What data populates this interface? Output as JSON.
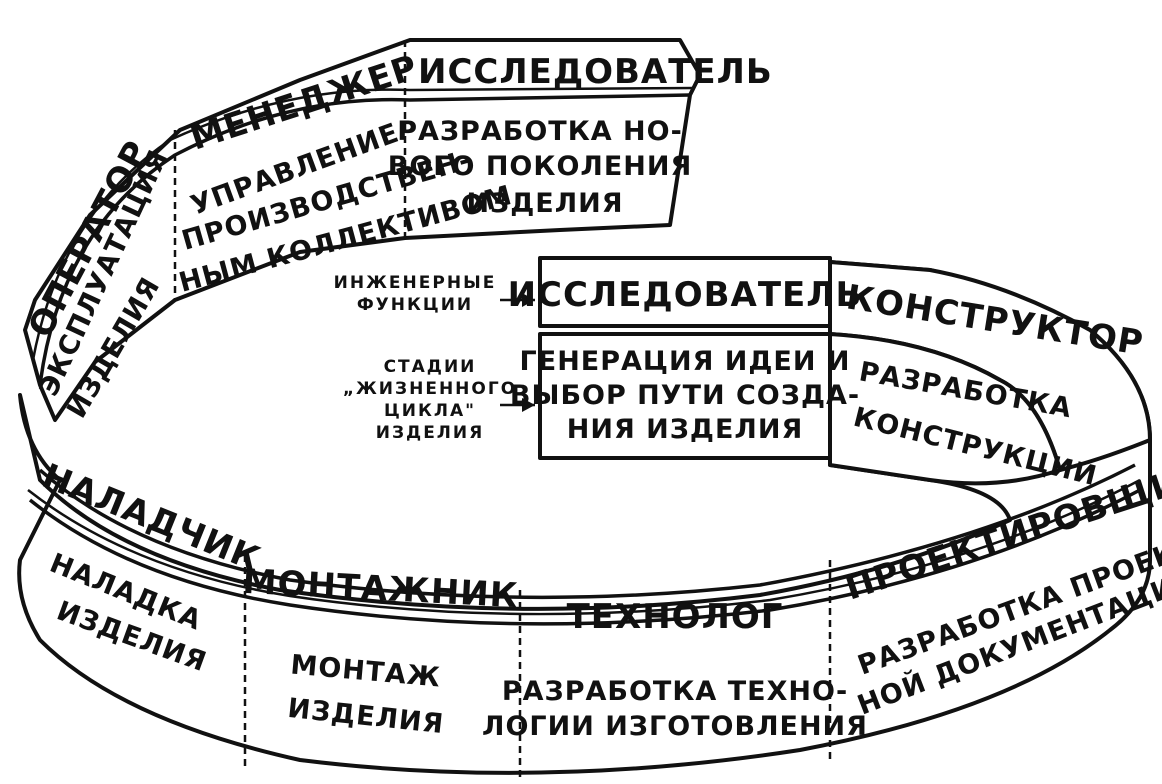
{
  "side_labels": {
    "functions": "ИНЖЕНЕРНЫЕ ФУНКЦИИ",
    "functions_lines": [
      "ИНЖЕНЕРНЫЕ",
      "ФУНКЦИИ"
    ],
    "stages_lines": [
      "СТАДИИ",
      "„ЖИЗНЕННОГО",
      "ЦИКЛА\"",
      "ИЗДЕЛИЯ"
    ]
  },
  "segments": [
    {
      "role": "ИССЛЕДОВАТЕЛЬ",
      "stage_lines": [
        "ГЕНЕРАЦИЯ ИДЕИ И",
        "ВЫБОР ПУТИ СОЗДА-",
        "НИЯ ИЗДЕЛИЯ"
      ]
    },
    {
      "role": "КОНСТРУКТОР",
      "stage_lines": [
        "РАЗРАБОТКА",
        "КОНСТРУКЦИИ"
      ]
    },
    {
      "role": "ПРОЕКТИРОВЩИК",
      "stage_lines": [
        "РАЗРАБОТКА ПРОЕКТ-",
        "НОЙ ДОКУМЕНТАЦИИ"
      ]
    },
    {
      "role": "ТЕХНОЛОГ",
      "stage_lines": [
        "РАЗРАБОТКА ТЕХНО-",
        "ЛОГИИ ИЗГОТОВЛЕНИЯ"
      ]
    },
    {
      "role": "МОНТАЖНИК",
      "stage_lines": [
        "МОНТАЖ",
        "ИЗДЕЛИЯ"
      ]
    },
    {
      "role": "НАЛАДЧИК",
      "stage_lines": [
        "НАЛАДКА",
        "ИЗДЕЛИЯ"
      ]
    },
    {
      "role": "ОПЕРАТОР",
      "stage_lines": [
        "ЭКСПЛУАТАЦИЯ",
        "ИЗДЕЛИЯ"
      ]
    },
    {
      "role": "МЕНЕДЖЕР",
      "stage_lines": [
        "УПРАВЛЕНИЕ",
        "ПРОИЗВОДСТВЕН-",
        "НЫМ КОЛЛЕКТИВОМ"
      ]
    },
    {
      "role": "ИССЛЕДОВАТЕЛЬ",
      "stage_lines": [
        "РАЗРАБОТКА НО-",
        "ВОГО ПОКОЛЕНИЯ",
        "ИЗДЕЛИЯ"
      ]
    }
  ]
}
